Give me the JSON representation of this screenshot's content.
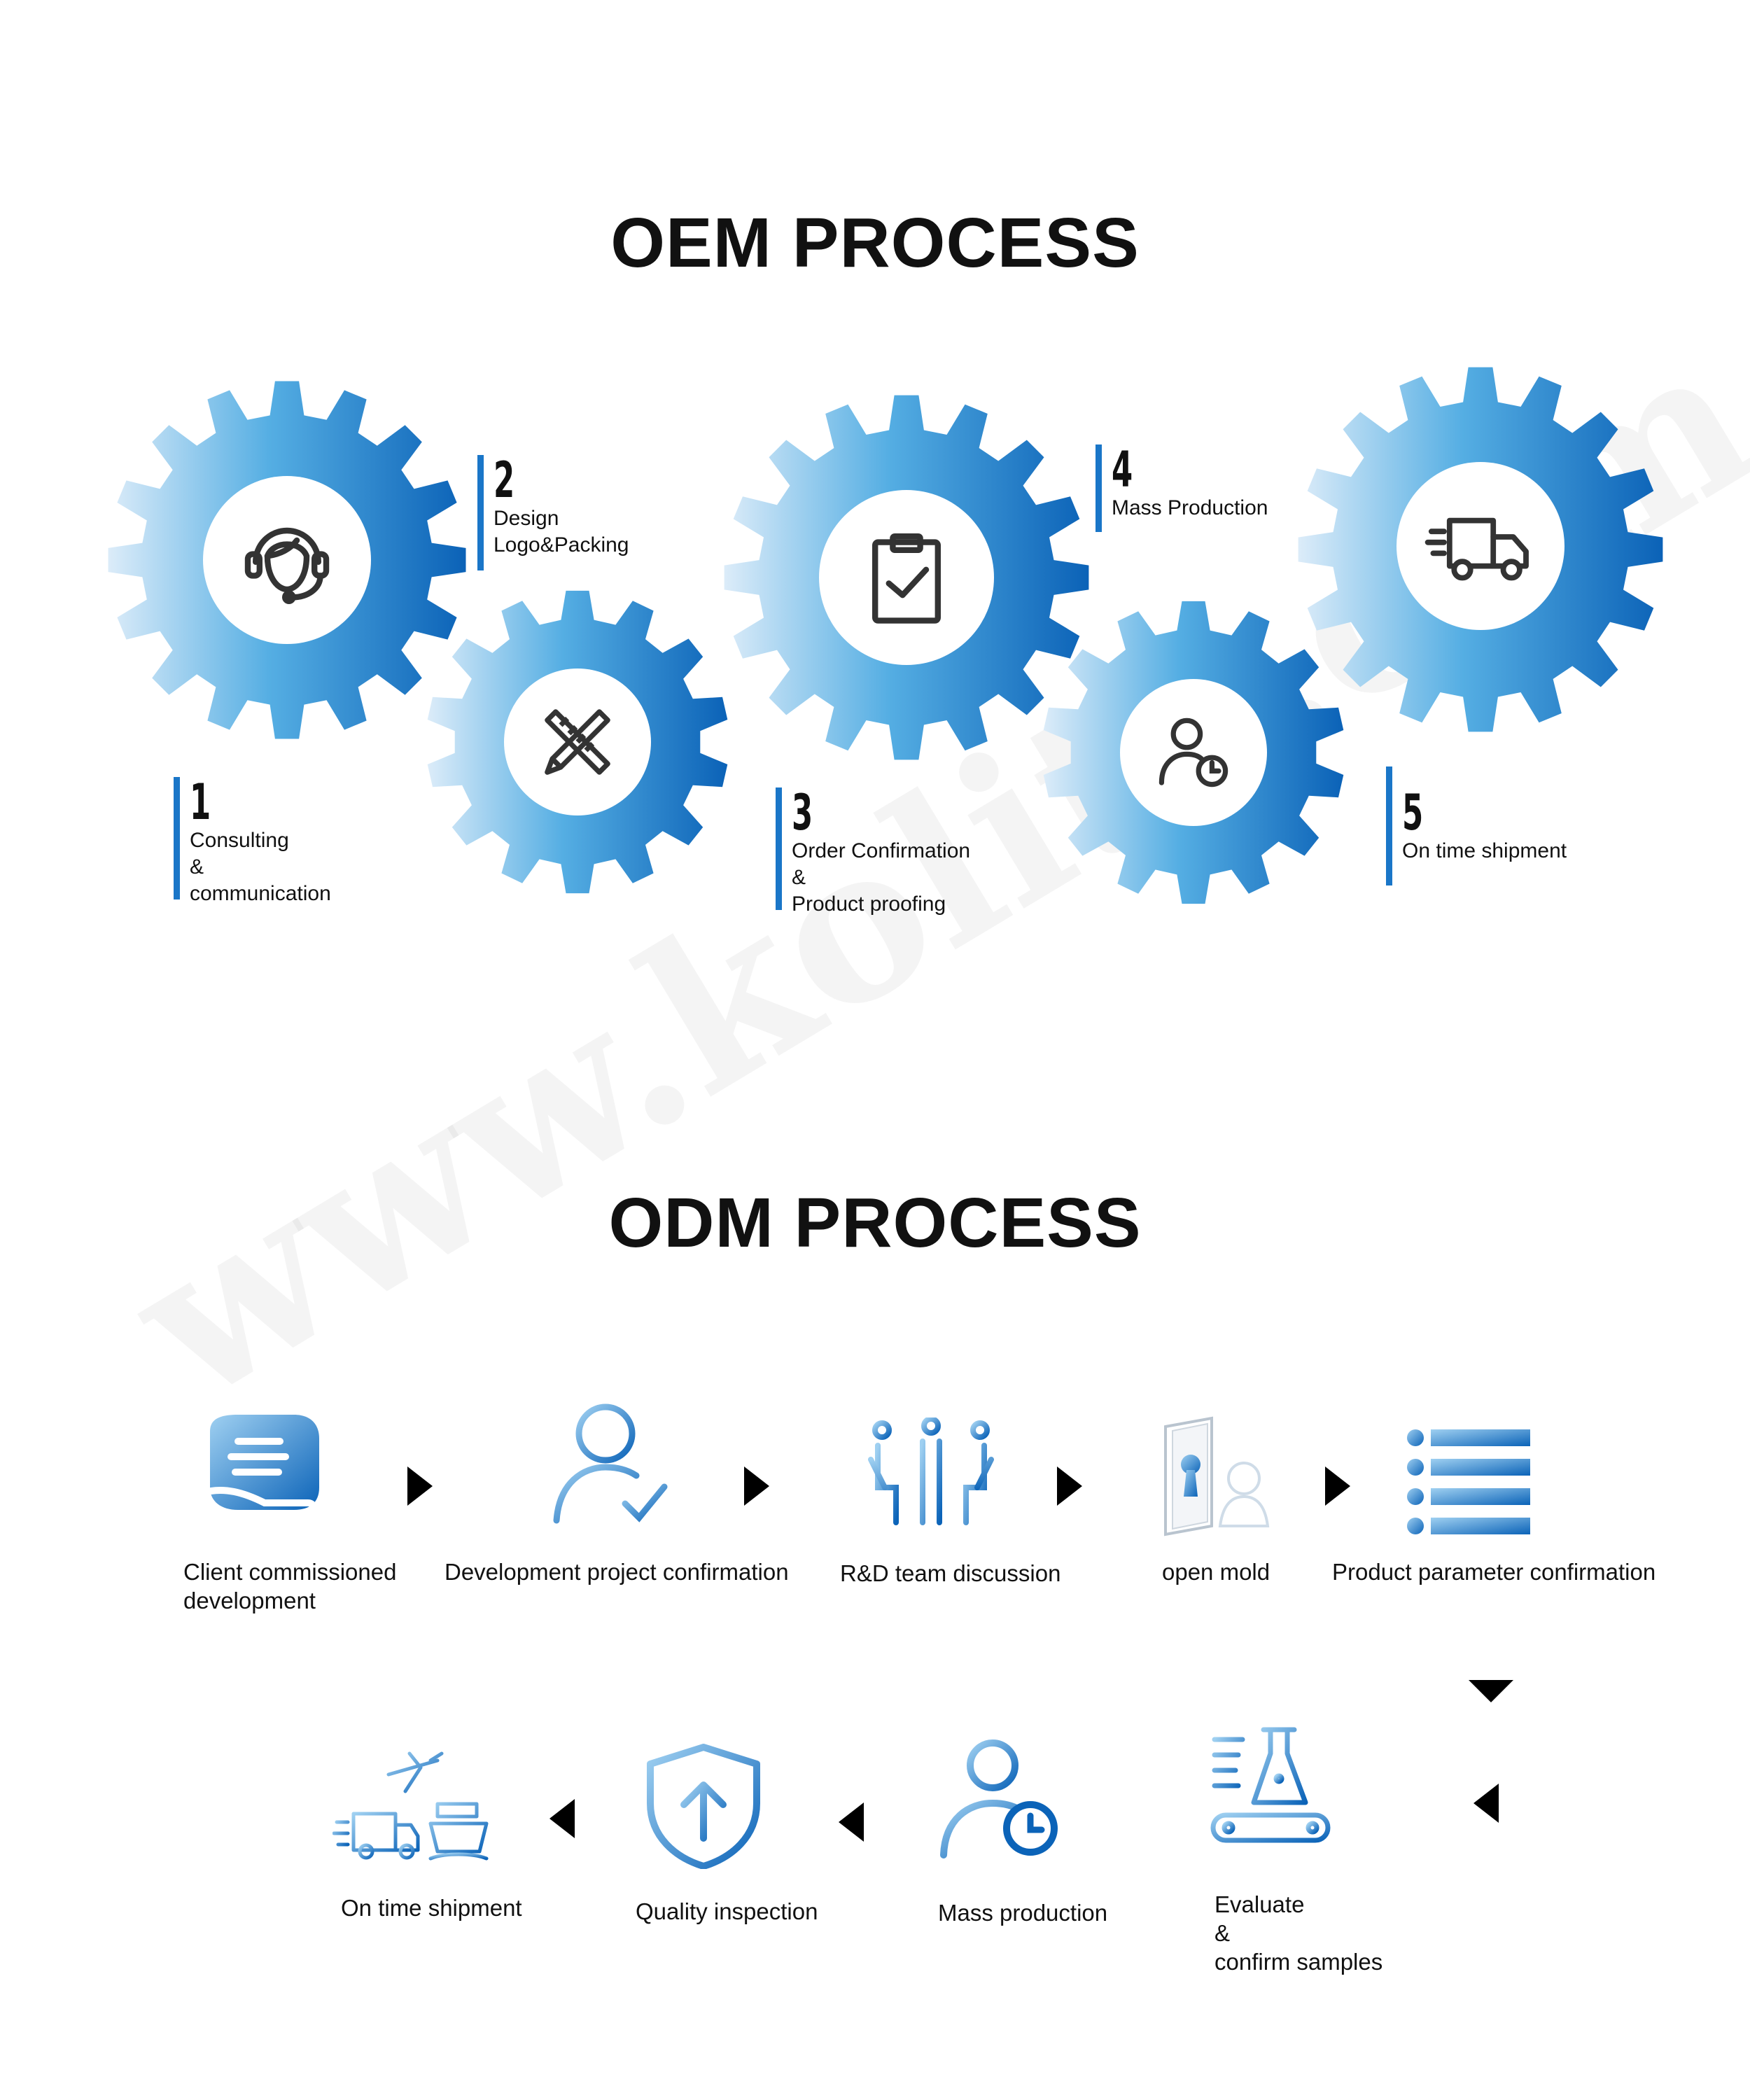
{
  "titles": {
    "oem": "OEM PROCESS",
    "odm": "ODM PROCESS"
  },
  "colors": {
    "gear_light": "#d9eaf8",
    "gear_mid": "#4aa3df",
    "gear_dark": "#0c63b8",
    "accent": "#1a76c8",
    "icon_gray": "#333333"
  },
  "oem_steps": [
    {
      "num": "1",
      "lines": [
        "Consulting",
        "&",
        "communication"
      ],
      "icon": "headset-agent-icon"
    },
    {
      "num": "2",
      "lines": [
        "Design",
        "Logo&Packing"
      ],
      "icon": "pencil-ruler-icon"
    },
    {
      "num": "3",
      "lines": [
        "Order Confirmation",
        "&",
        "Product proofing"
      ],
      "icon": "clipboard-check-icon"
    },
    {
      "num": "4",
      "lines": [
        "Mass Production"
      ],
      "icon": "user-clock-icon"
    },
    {
      "num": "5",
      "lines": [
        "On time shipment"
      ],
      "icon": "delivery-truck-icon"
    }
  ],
  "odm_steps": [
    {
      "label_lines": [
        "Client commissioned",
        "development"
      ],
      "icon": "hand-chat-icon"
    },
    {
      "label_lines": [
        "Development project confirmation"
      ],
      "icon": "user-check-icon"
    },
    {
      "label_lines": [
        "R&D team discussion"
      ],
      "icon": "team-meeting-icon"
    },
    {
      "label_lines": [
        "open mold"
      ],
      "icon": "keyhole-door-icon"
    },
    {
      "label_lines": [
        "Product parameter confirmation"
      ],
      "icon": "parameter-list-icon"
    },
    {
      "label_lines": [
        "Evaluate",
        "&",
        "confirm samples"
      ],
      "icon": "lab-flask-icon"
    },
    {
      "label_lines": [
        "Mass production"
      ],
      "icon": "user-clock-icon"
    },
    {
      "label_lines": [
        "Quality inspection"
      ],
      "icon": "shield-upload-icon"
    },
    {
      "label_lines": [
        "On time shipment"
      ],
      "icon": "shipping-modes-icon"
    }
  ],
  "watermark": "www.kolite.com"
}
